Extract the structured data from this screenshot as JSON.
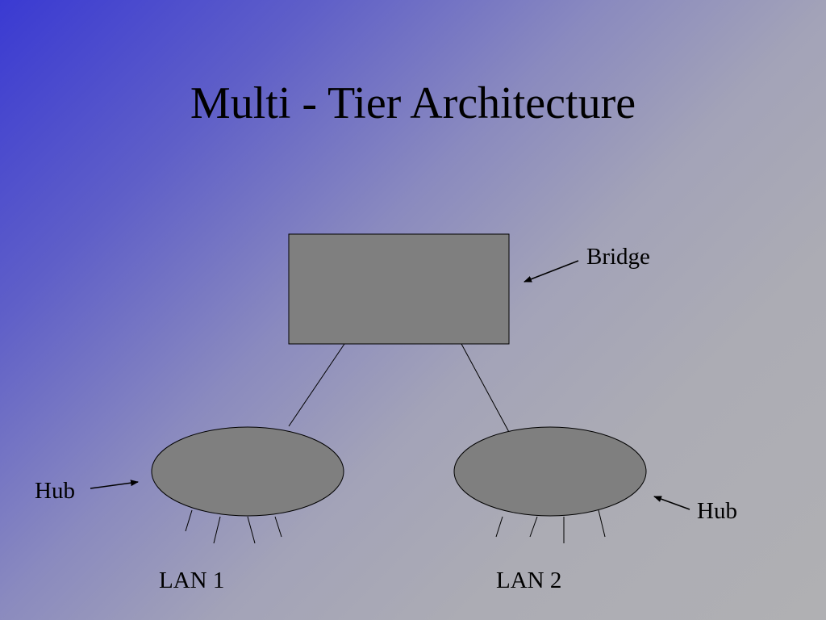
{
  "slide": {
    "title": "Multi - Tier Architecture"
  },
  "diagram": {
    "bridge_label": "Bridge",
    "hub_left_label": "Hub",
    "hub_right_label": "Hub",
    "lan1_label": "LAN 1",
    "lan2_label": "LAN 2"
  },
  "colors": {
    "node_fill": "#7f7f7f",
    "stroke": "#000000"
  }
}
